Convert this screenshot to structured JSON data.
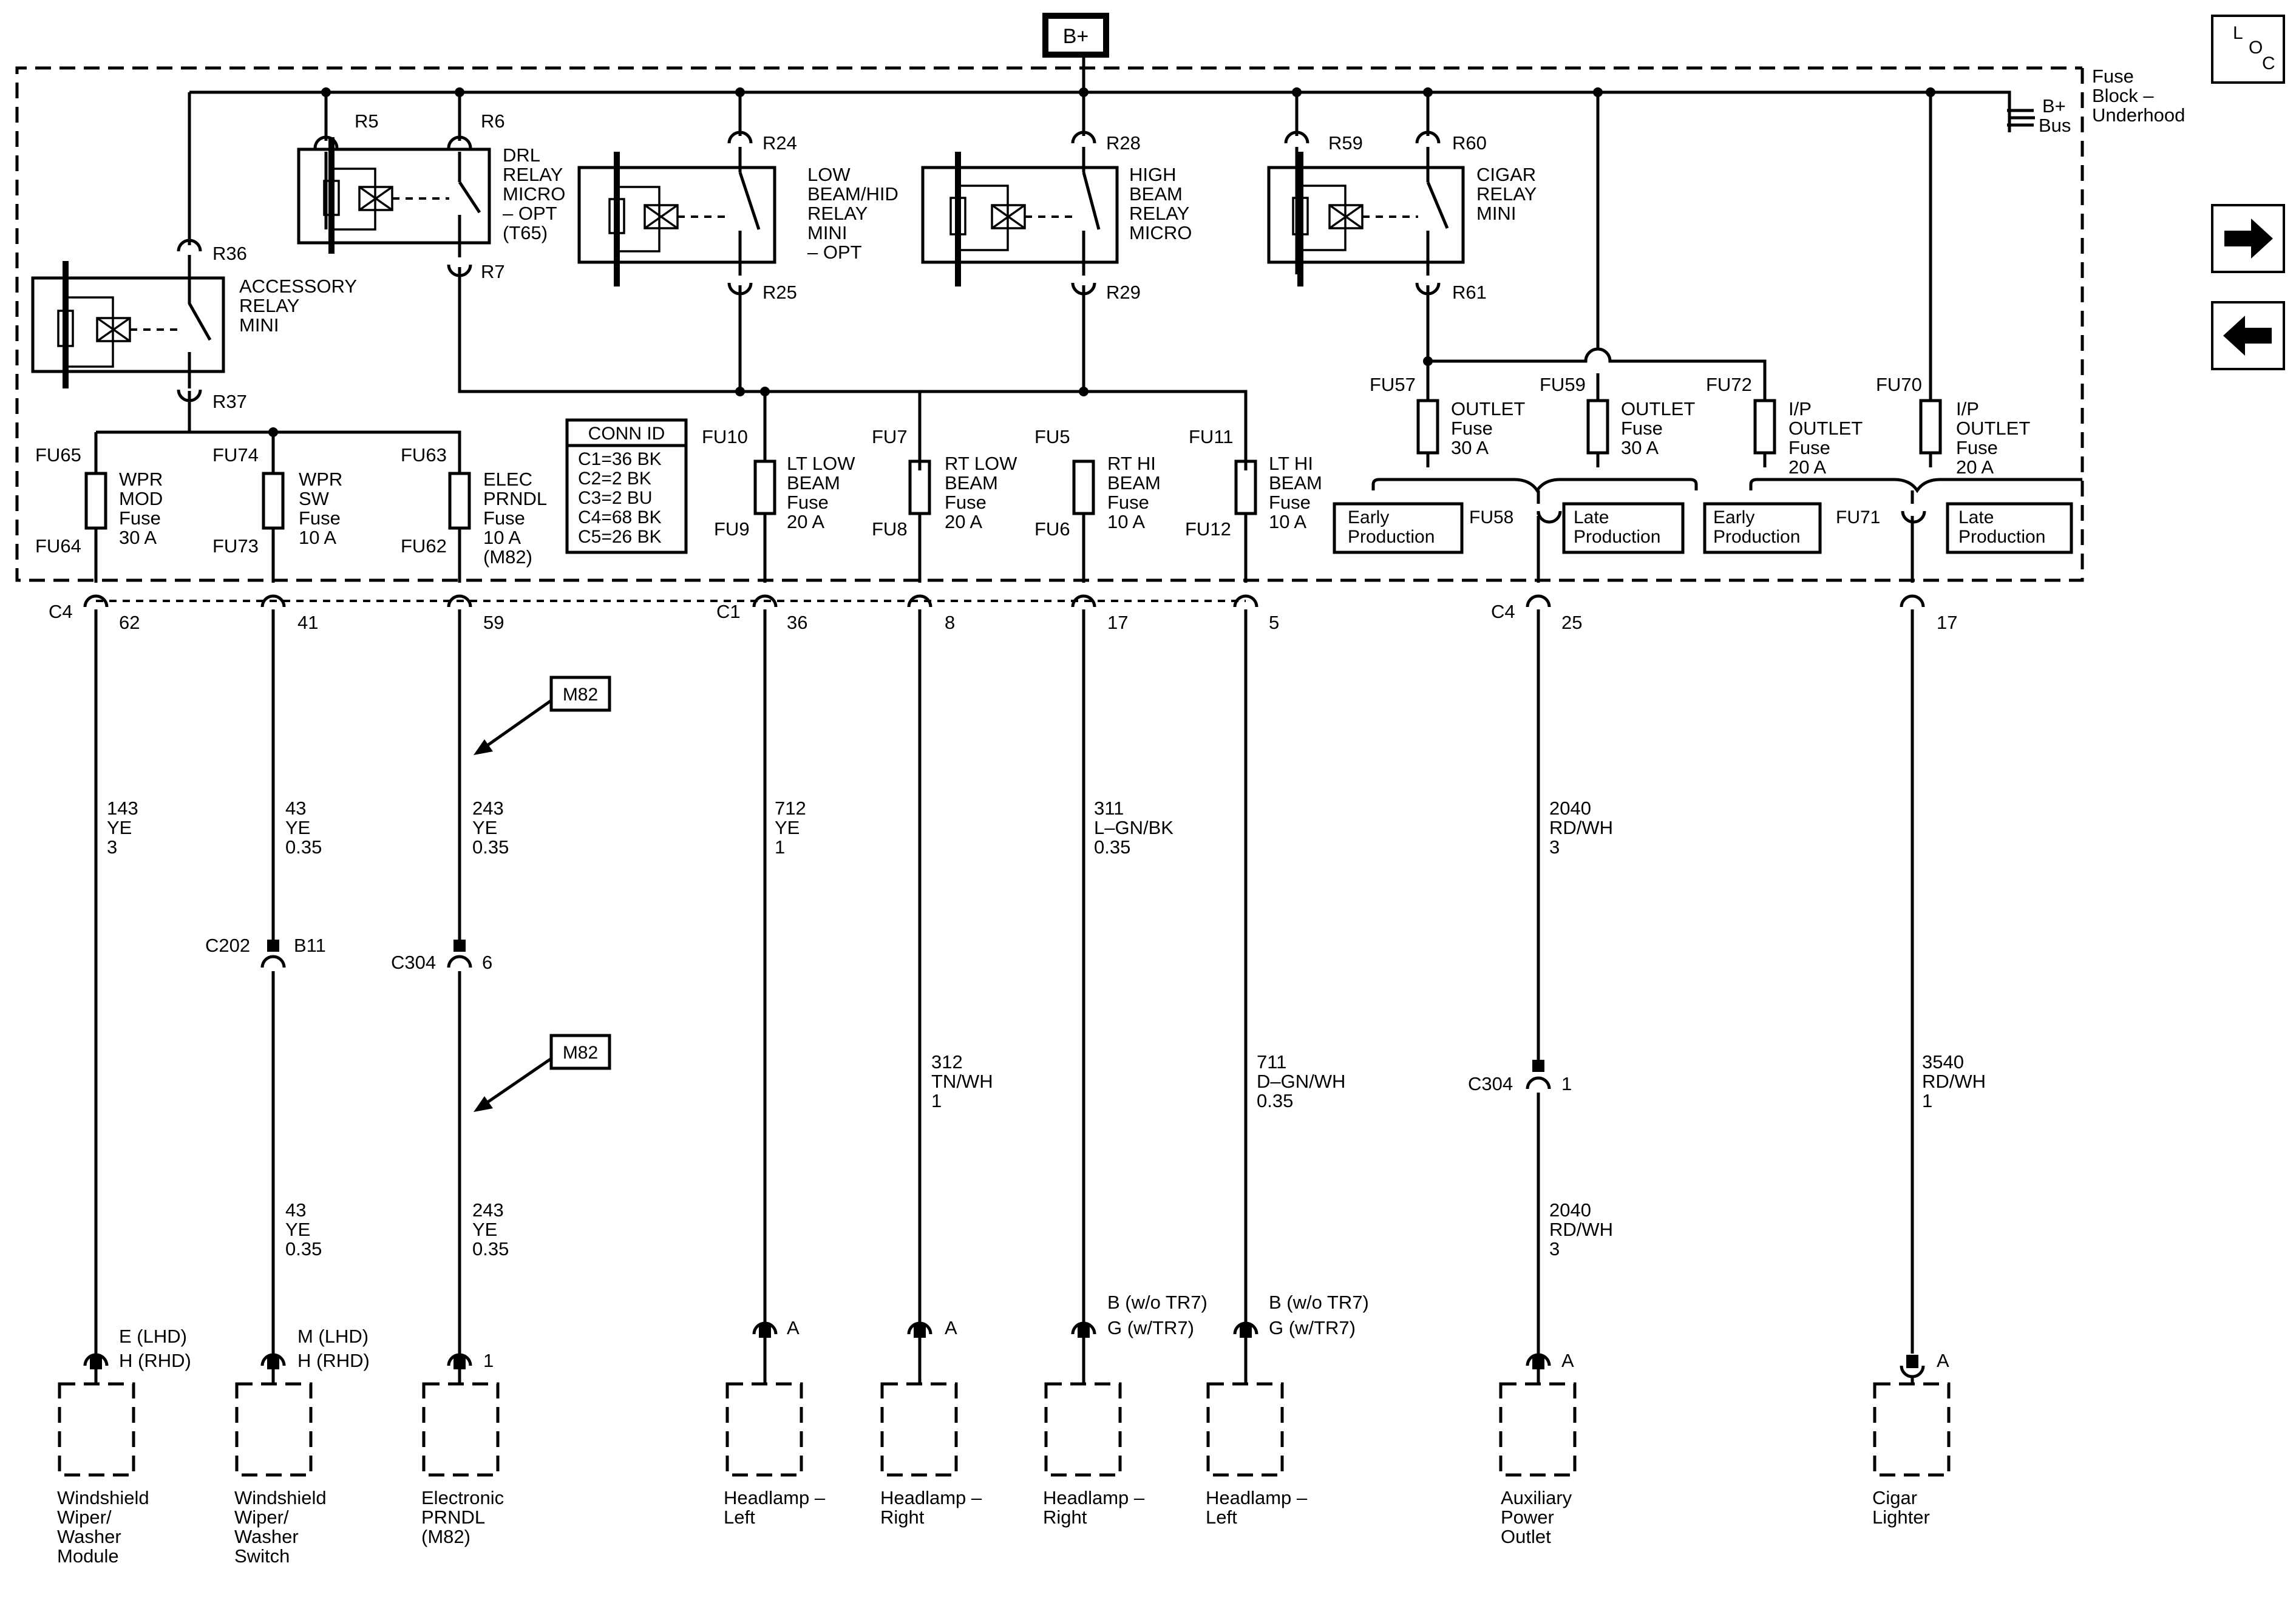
{
  "supply": {
    "label": "B+"
  },
  "fuse_block": {
    "title_line1": "Fuse",
    "title_line2": "Block –",
    "title_line3": "Underhood",
    "bus_line1": "B+",
    "bus_line2": "Bus"
  },
  "nav": {
    "loc_line1": "L",
    "loc_o": "O",
    "loc_c": "C"
  },
  "relays": [
    {
      "name_lines": [
        "ACCESSORY",
        "RELAY",
        "MINI"
      ],
      "pins": [
        "R36",
        "R37"
      ]
    },
    {
      "name_lines": [
        "DRL",
        "RELAY",
        "MICRO",
        "– OPT",
        "(T65)"
      ],
      "pins": [
        "R5",
        "R6",
        "R7"
      ]
    },
    {
      "name_lines": [
        "LOW",
        "BEAM/HID",
        "RELAY",
        "MINI",
        "– OPT"
      ],
      "pins": [
        "R24",
        "R25"
      ]
    },
    {
      "name_lines": [
        "HIGH",
        "BEAM",
        "RELAY",
        "MICRO"
      ],
      "pins": [
        "R28",
        "R29"
      ]
    },
    {
      "name_lines": [
        "CIGAR",
        "RELAY",
        "MINI"
      ],
      "pins": [
        "R59",
        "R60",
        "R61"
      ]
    }
  ],
  "fuses": [
    {
      "top": "FU65",
      "bottom": "FU64",
      "label": [
        "WPR",
        "MOD",
        "Fuse",
        "30 A"
      ]
    },
    {
      "top": "FU74",
      "bottom": "FU73",
      "label": [
        "WPR",
        "SW",
        "Fuse",
        "10 A"
      ]
    },
    {
      "top": "FU63",
      "bottom": "FU62",
      "label": [
        "ELEC",
        "PRNDL",
        "Fuse",
        "10 A",
        "(M82)"
      ]
    },
    {
      "top": "FU10",
      "bottom": "FU9",
      "label": [
        "LT LOW",
        "BEAM",
        "Fuse",
        "20 A"
      ]
    },
    {
      "top": "FU7",
      "bottom": "FU8",
      "label": [
        "RT LOW",
        "BEAM",
        "Fuse",
        "20 A"
      ]
    },
    {
      "top": "FU5",
      "bottom": "FU6",
      "label": [
        "RT  HI",
        "BEAM",
        "Fuse",
        "10 A"
      ]
    },
    {
      "top": "FU11",
      "bottom": "FU12",
      "label": [
        "LT HI",
        "BEAM",
        "Fuse",
        "10 A"
      ]
    },
    {
      "top": "FU57",
      "label": [
        "OUTLET",
        "Fuse",
        "30 A"
      ]
    },
    {
      "top": "FU59",
      "label": [
        "OUTLET",
        "Fuse",
        "30 A"
      ]
    },
    {
      "top": "FU72",
      "label": [
        "I/P",
        "OUTLET",
        "Fuse",
        "20 A"
      ]
    },
    {
      "top": "FU70",
      "label": [
        "I/P",
        "OUTLET",
        "Fuse",
        "20 A"
      ]
    }
  ],
  "production": {
    "early": [
      "Early",
      "Production"
    ],
    "late": [
      "Late",
      "Production"
    ],
    "fu58": "FU58",
    "fu71": "FU71"
  },
  "conn_id": {
    "title": "CONN ID",
    "rows": [
      "C1=36 BK",
      "C2=2 BK",
      "C3=2 BU",
      "C4=68 BK",
      "C5=26 BK"
    ]
  },
  "connectors": {
    "c4": "C4",
    "c1": "C1",
    "pins": [
      "62",
      "41",
      "59",
      "36",
      "8",
      "17",
      "5",
      "25",
      "17"
    ],
    "c202": "C202",
    "b11": "B11",
    "c304": "C304",
    "c304_pin": "6",
    "c304_right": "C304",
    "c304_right_pin": "1"
  },
  "option_tag": "M82",
  "wires": [
    [
      "143",
      "YE",
      "3"
    ],
    [
      "43",
      "YE",
      "0.35"
    ],
    [
      "243",
      "YE",
      "0.35"
    ],
    [
      "712",
      "YE",
      "1"
    ],
    [
      "312",
      "TN/WH",
      "1"
    ],
    [
      "311",
      "L–GN/BK",
      "0.35"
    ],
    [
      "711",
      "D–GN/WH",
      "0.35"
    ],
    [
      "2040",
      "RD/WH",
      "3"
    ],
    [
      "3540",
      "RD/WH",
      "1"
    ],
    [
      "43",
      "YE",
      "0.35"
    ],
    [
      "243",
      "YE",
      "0.35"
    ],
    [
      "2040",
      "RD/WH",
      "3"
    ]
  ],
  "pin_labels": [
    [
      "E (LHD)",
      "H (RHD)"
    ],
    [
      "M (LHD)",
      "H (RHD)"
    ],
    [
      "1"
    ],
    [
      "A"
    ],
    [
      "A"
    ],
    [
      "B (w/o TR7)",
      "G (w/TR7)"
    ],
    [
      "B (w/o TR7)",
      "G (w/TR7)"
    ],
    [
      "A"
    ],
    [
      "A"
    ]
  ],
  "components": [
    [
      "Windshield",
      "Wiper/",
      "Washer",
      "Module"
    ],
    [
      "Windshield",
      "Wiper/",
      "Washer",
      "Switch"
    ],
    [
      "Electronic",
      "PRNDL",
      "(M82)"
    ],
    [
      "Headlamp –",
      "Left"
    ],
    [
      "Headlamp –",
      "Right"
    ],
    [
      "Headlamp –",
      "Right"
    ],
    [
      "Headlamp –",
      "Left"
    ],
    [
      "Auxiliary",
      "Power",
      "Outlet"
    ],
    [
      "Cigar",
      "Lighter"
    ]
  ]
}
